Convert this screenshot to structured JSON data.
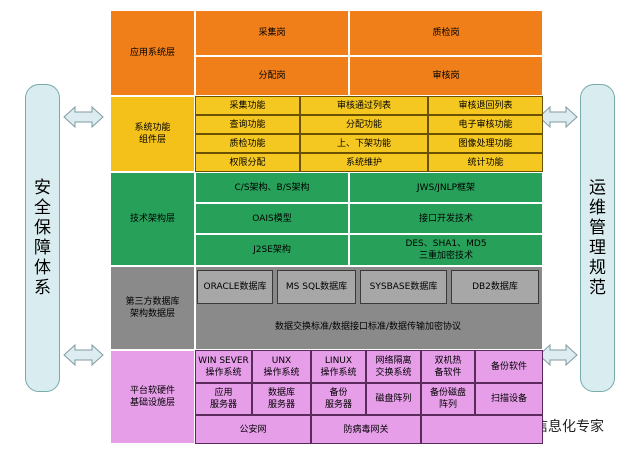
{
  "colors": {
    "app_layer": "#f07f1a",
    "func_layer": "#f3c11a",
    "func_cell": "#f5c821",
    "tech_layer": "#27a15a",
    "data_layer": "#8a8a8a",
    "data_cell": "#a7a7a7",
    "platform_layer": "#e69ee9",
    "side_bar": "#d9ecef",
    "arrow": "#dcecf0"
  },
  "left_bar": {
    "text": "安全保障体系"
  },
  "right_bar": {
    "text": "运维管理规范"
  },
  "layers": {
    "app": {
      "label": "应用系统层",
      "cells": [
        "采集岗",
        "质检岗",
        "分配岗",
        "审核岗"
      ]
    },
    "func": {
      "label": "系统功能\n组件层",
      "cells": [
        "采集功能",
        "审核通过列表",
        "审核退回列表",
        "查询功能",
        "分配功能",
        "电子审核功能",
        "质检功能",
        "上、下架功能",
        "图像处理功能",
        "权限分配",
        "系统维护",
        "统计功能"
      ]
    },
    "tech": {
      "label": "技术架构层",
      "cells": [
        "C/S架构、B/S架构",
        "JWS/JNLP框架",
        "OAIS模型",
        "接口开发技术",
        "J2SE架构",
        "DES、SHA1、MD5\n三重加密技术"
      ]
    },
    "data": {
      "label": "第三方数据库\n架构数据层",
      "cells": [
        "ORACLE数据库",
        "MS SQL数据库",
        "SYSBASE数据库",
        "DB2数据库",
        "数据交换标准/数据接口标准/数据传输加密协议"
      ]
    },
    "platform": {
      "label": "平台软硬件\n基础设施层",
      "cells": [
        "WIN SEVER\n操作系统",
        "UNX\n操作系统",
        "LINUX\n操作系统",
        "网络隔离\n交换系统",
        "双机热\n备软件",
        "备份软件",
        "应用\n服务器",
        "数据库\n服务器",
        "备份\n服务器",
        "磁盘阵列",
        "备份磁盘\n阵列",
        "扫描设备",
        "公安网",
        "防病毒网关"
      ]
    }
  },
  "watermark": "恒智档案信息化专家"
}
